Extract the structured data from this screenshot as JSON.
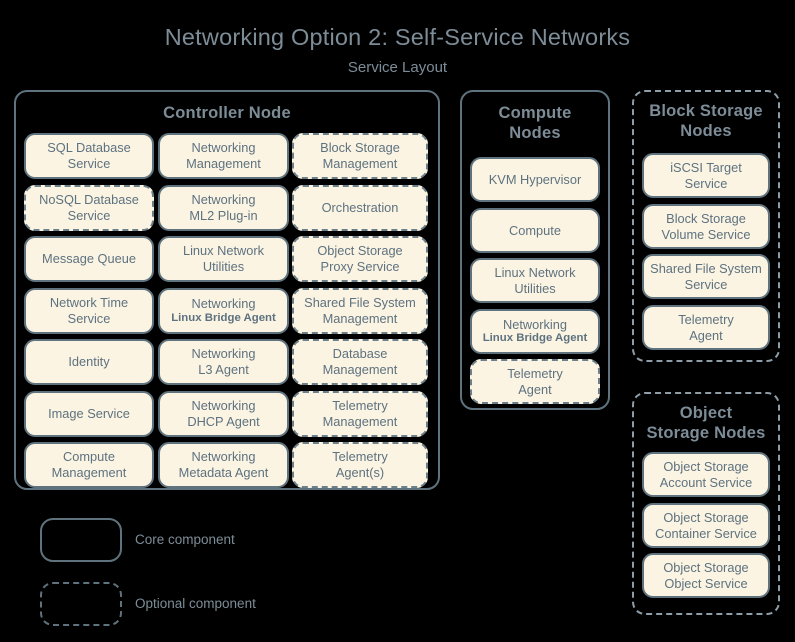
{
  "title": "Networking Option 2: Self-Service Networks",
  "subtitle": "Service Layout",
  "colors": {
    "background": "#000000",
    "title_text": "#7d8d98",
    "box_fill": "#fcf4e2",
    "box_border": "#5f737e",
    "box_text": "#5d7280",
    "optional_border": "#8e9ea8"
  },
  "nodes": {
    "controller": {
      "title": "Controller Node",
      "optional_node": false,
      "columns": [
        {
          "items": [
            {
              "line1": "SQL Database",
              "line2": "Service",
              "optional": false
            },
            {
              "line1": "NoSQL Database",
              "line2": "Service",
              "optional": true
            },
            {
              "line1": "Message Queue",
              "line2": "",
              "optional": false
            },
            {
              "line1": "Network Time",
              "line2": "Service",
              "optional": false
            },
            {
              "line1": "Identity",
              "line2": "",
              "optional": false
            },
            {
              "line1": "Image Service",
              "line2": "",
              "optional": false
            },
            {
              "line1": "Compute",
              "line2": "Management",
              "optional": false
            }
          ]
        },
        {
          "items": [
            {
              "line1": "Networking",
              "line2": "Management",
              "optional": false
            },
            {
              "line1": "Networking",
              "line2": "ML2 Plug-in",
              "optional": false
            },
            {
              "line1": "Linux Network",
              "line2": "Utilities",
              "optional": false
            },
            {
              "line1": "Networking",
              "line2": "Linux Bridge Agent",
              "small2": true,
              "optional": false
            },
            {
              "line1": "Networking",
              "line2": "L3 Agent",
              "optional": false
            },
            {
              "line1": "Networking",
              "line2": "DHCP Agent",
              "optional": false
            },
            {
              "line1": "Networking",
              "line2": "Metadata Agent",
              "optional": false
            }
          ]
        },
        {
          "items": [
            {
              "line1": "Block Storage",
              "line2": "Management",
              "optional": true
            },
            {
              "line1": "Orchestration",
              "line2": "",
              "optional": true
            },
            {
              "line1": "Object Storage",
              "line2": "Proxy Service",
              "optional": true
            },
            {
              "line1": "Shared File System",
              "line2": "Management",
              "optional": true
            },
            {
              "line1": "Database",
              "line2": "Management",
              "optional": true
            },
            {
              "line1": "Telemetry",
              "line2": "Management",
              "optional": true
            },
            {
              "line1": "Telemetry",
              "line2": "Agent(s)",
              "optional": true
            }
          ]
        }
      ]
    },
    "compute": {
      "title_line1": "Compute",
      "title_line2": "Nodes",
      "optional_node": false,
      "items": [
        {
          "line1": "KVM Hypervisor",
          "line2": "",
          "optional": false
        },
        {
          "line1": "Compute",
          "line2": "",
          "optional": false
        },
        {
          "line1": "Linux Network",
          "line2": "Utilities",
          "optional": false
        },
        {
          "line1": "Networking",
          "line2": "Linux Bridge Agent",
          "small2": true,
          "optional": false
        },
        {
          "line1": "Telemetry",
          "line2": "Agent",
          "optional": true
        }
      ]
    },
    "block_storage": {
      "title_line1": "Block Storage",
      "title_line2": "Nodes",
      "optional_node": true,
      "items": [
        {
          "line1": "iSCSI Target",
          "line2": "Service",
          "optional": false
        },
        {
          "line1": "Block Storage",
          "line2": "Volume Service",
          "optional": false
        },
        {
          "line1": "Shared File System",
          "line2": "Service",
          "optional": false
        },
        {
          "line1": "Telemetry",
          "line2": "Agent",
          "optional": false
        }
      ]
    },
    "object_storage": {
      "title_line1": "Object",
      "title_line2": "Storage Nodes",
      "optional_node": true,
      "items": [
        {
          "line1": "Object Storage",
          "line2": "Account Service",
          "optional": false
        },
        {
          "line1": "Object Storage",
          "line2": "Container Service",
          "optional": false
        },
        {
          "line1": "Object Storage",
          "line2": "Object Service",
          "optional": false
        }
      ]
    }
  },
  "legend": {
    "core_label": "Core component",
    "optional_label": "Optional component"
  }
}
